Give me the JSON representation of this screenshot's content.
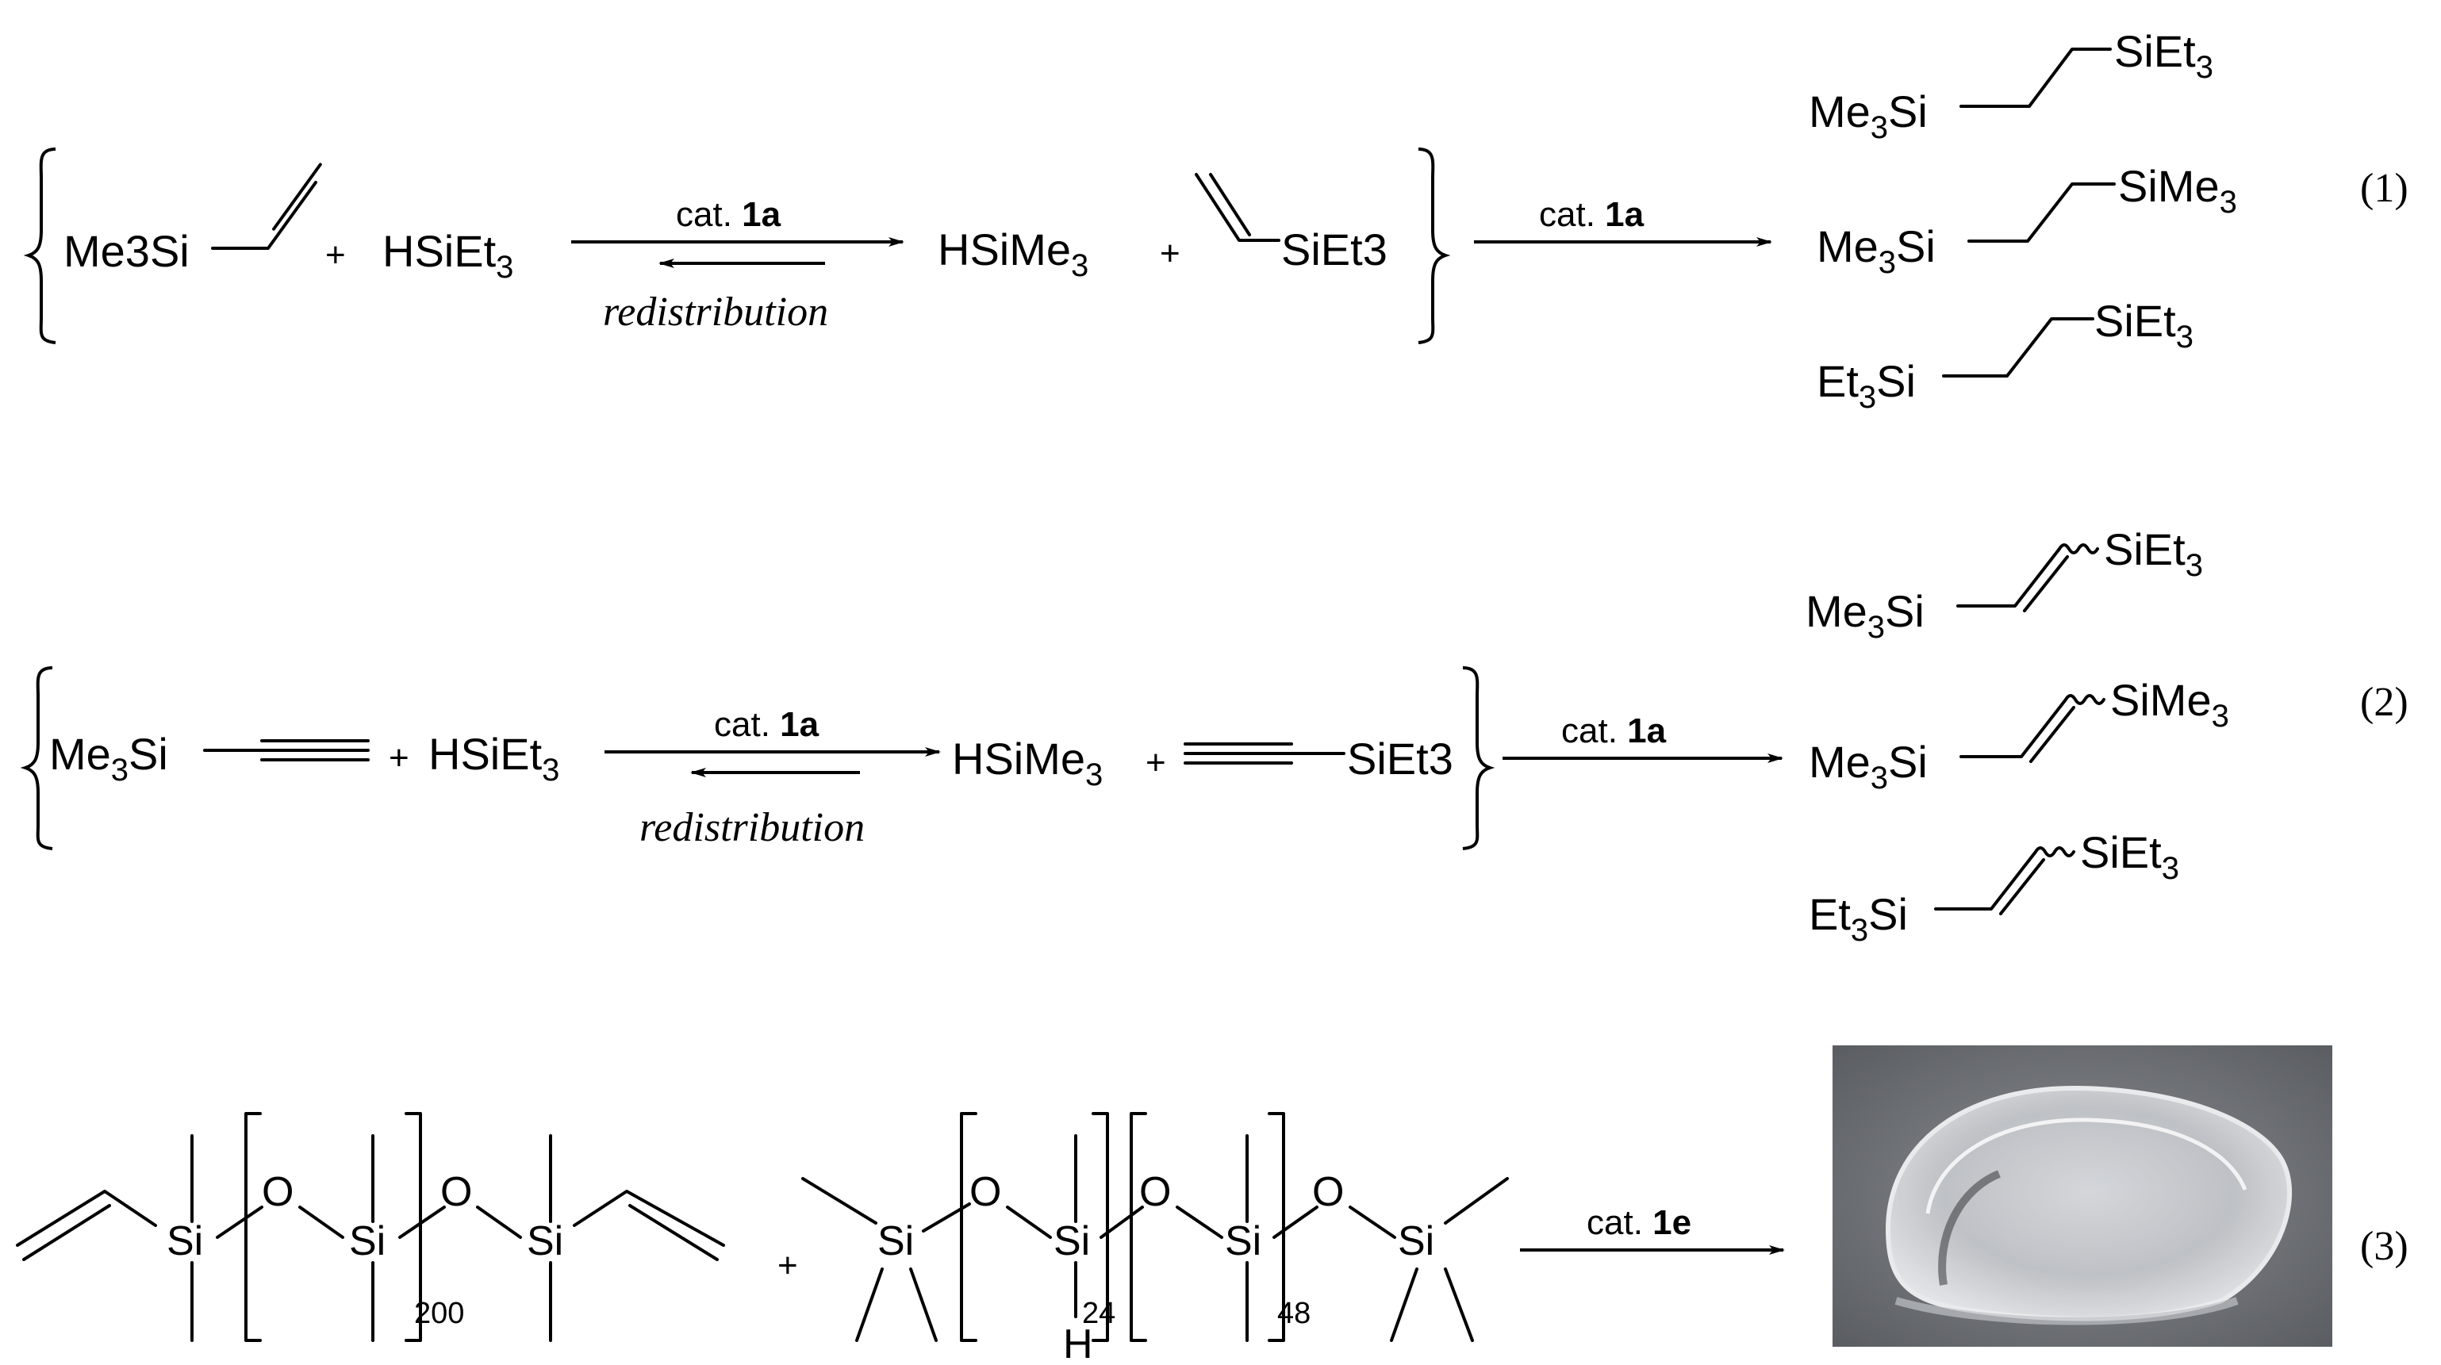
{
  "reaction1": {
    "reactant_a": "Me3Si",
    "plus_1": "+",
    "reactant_b": "HSiEt3",
    "catalyst_prefix": "cat.",
    "catalyst": "1a",
    "reverse_label": "redistribution",
    "intermediate_a": "HSiMe3",
    "plus_2": "+",
    "intermediate_b": "SiEt3",
    "catalyst2_prefix": "cat.",
    "catalyst2": "1a",
    "products": [
      {
        "left": "Me3Si",
        "right": "SiEt3"
      },
      {
        "left": "Me3Si",
        "right": "SiMe3"
      },
      {
        "left": "Et3Si",
        "right": "SiEt3"
      }
    ],
    "number": "(1)"
  },
  "reaction2": {
    "reactant_a": "Me3Si",
    "plus_1": "+",
    "reactant_b": "HSiEt3",
    "catalyst_prefix": "cat.",
    "catalyst": "1a",
    "reverse_label": "redistribution",
    "intermediate_a": "HSiMe3",
    "plus_2": "+",
    "intermediate_b": "SiEt3",
    "catalyst2_prefix": "cat.",
    "catalyst2": "1a",
    "products": [
      {
        "left": "Me3Si",
        "right": "SiEt3"
      },
      {
        "left": "Me3Si",
        "right": "SiMe3"
      },
      {
        "left": "Et3Si",
        "right": "SiEt3"
      }
    ],
    "number": "(2)"
  },
  "reaction3": {
    "polymer_a": {
      "atom": "Si",
      "oxygen": "O",
      "repeat": "200"
    },
    "plus": "+",
    "polymer_b": {
      "atom": "Si",
      "oxygen": "O",
      "hydrogen": "H",
      "repeat_1": "24",
      "repeat_2": "48"
    },
    "catalyst_prefix": "cat.",
    "catalyst": "1e",
    "number": "(3)"
  }
}
